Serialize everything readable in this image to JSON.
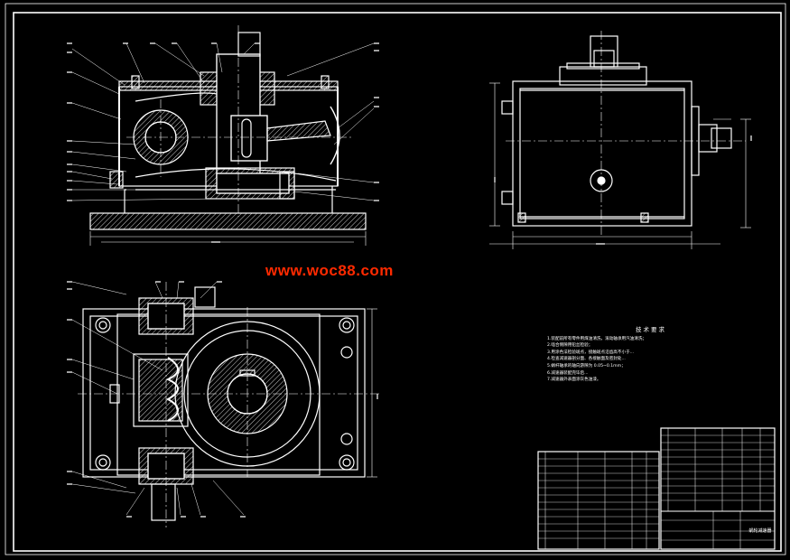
{
  "watermark": {
    "text": "www.woc88.com",
    "color": "#ff2a00"
  },
  "colors": {
    "background": "#000000",
    "outline": "#ffffff",
    "dimension": "#ffffff",
    "hatch": "#ffffff",
    "notes_text": "#ffffff"
  },
  "technical_requirements": {
    "title": "技术要求",
    "lines": [
      "1.装配前所有零件用煤油清洗，滚动轴承用汽油清洗；",
      "2.啮合侧隙用铅丝检验；",
      "3.用涂色法检验斑点，接触斑点沿齿高不小于...",
      "4.检查减速器剖分面、各接触面及密封处...",
      "5.蜗杆轴承的轴向游隙为 0.05~0.1mm；",
      "6.减速器装配完毕后...",
      "7.减速器外表面涂灰色油漆。"
    ]
  },
  "title_block": {
    "drawing_name": "蜗轮减速器"
  }
}
